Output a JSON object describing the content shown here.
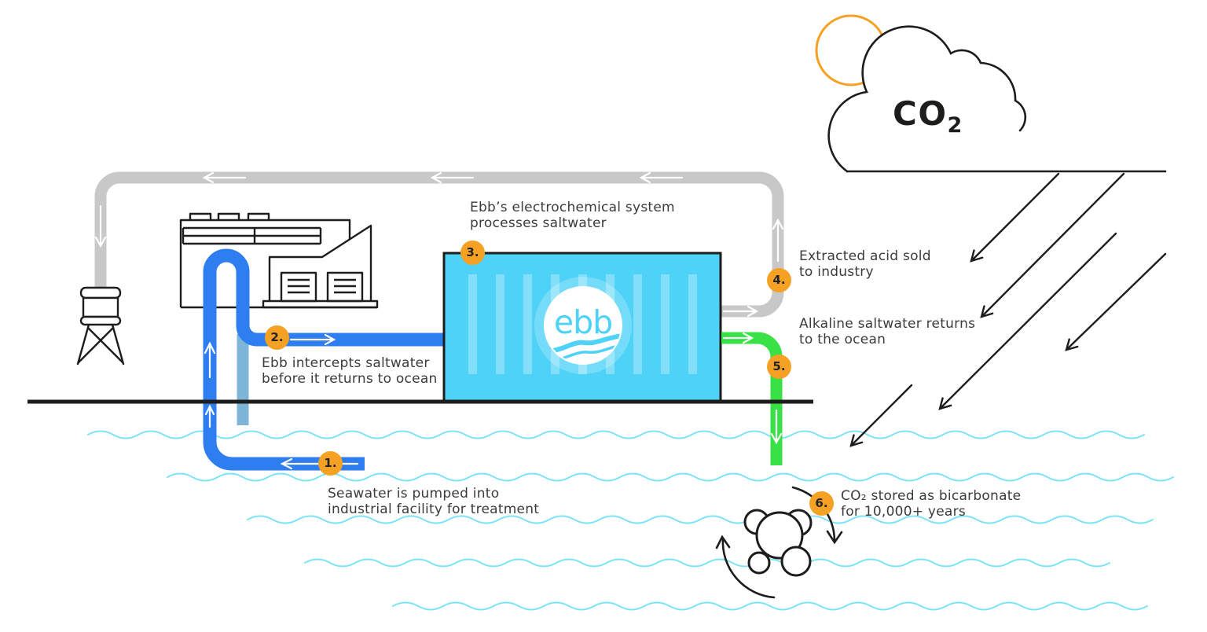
{
  "diagram": {
    "title_hint": "Ebb ocean carbon removal process",
    "cloud": {
      "co2_main": "CO",
      "co2_sub": "2"
    },
    "logo": {
      "text": "ebb"
    },
    "steps": [
      {
        "num": "1.",
        "line1": "Seawater is pumped into",
        "line2": "industrial facility for treatment"
      },
      {
        "num": "2.",
        "line1": "Ebb intercepts saltwater",
        "line2": "before it returns to ocean"
      },
      {
        "num": "3.",
        "line1": "Ebb’s electrochemical system",
        "line2": "processes saltwater"
      },
      {
        "num": "4.",
        "line1": "Extracted acid sold",
        "line2": "to industry"
      },
      {
        "num": "5.",
        "line1": "Alkaline saltwater returns",
        "line2": "to the ocean"
      },
      {
        "num": "6.",
        "line1": "CO₂ stored as bicarbonate",
        "line2": "for 10,000+ years"
      }
    ],
    "colors": {
      "container_cyan": "#4ED2F7",
      "seawater_blue": "#2E7EF0",
      "outflow_lightblue": "#7DB5D8",
      "alkaline_green": "#37E146",
      "acid_gray": "#C8C8C8",
      "badge_orange": "#F5A124",
      "sun_orange": "#F5A124",
      "wave_cyan": "#7DE3F6",
      "outline_black": "#1D1D1B"
    }
  }
}
